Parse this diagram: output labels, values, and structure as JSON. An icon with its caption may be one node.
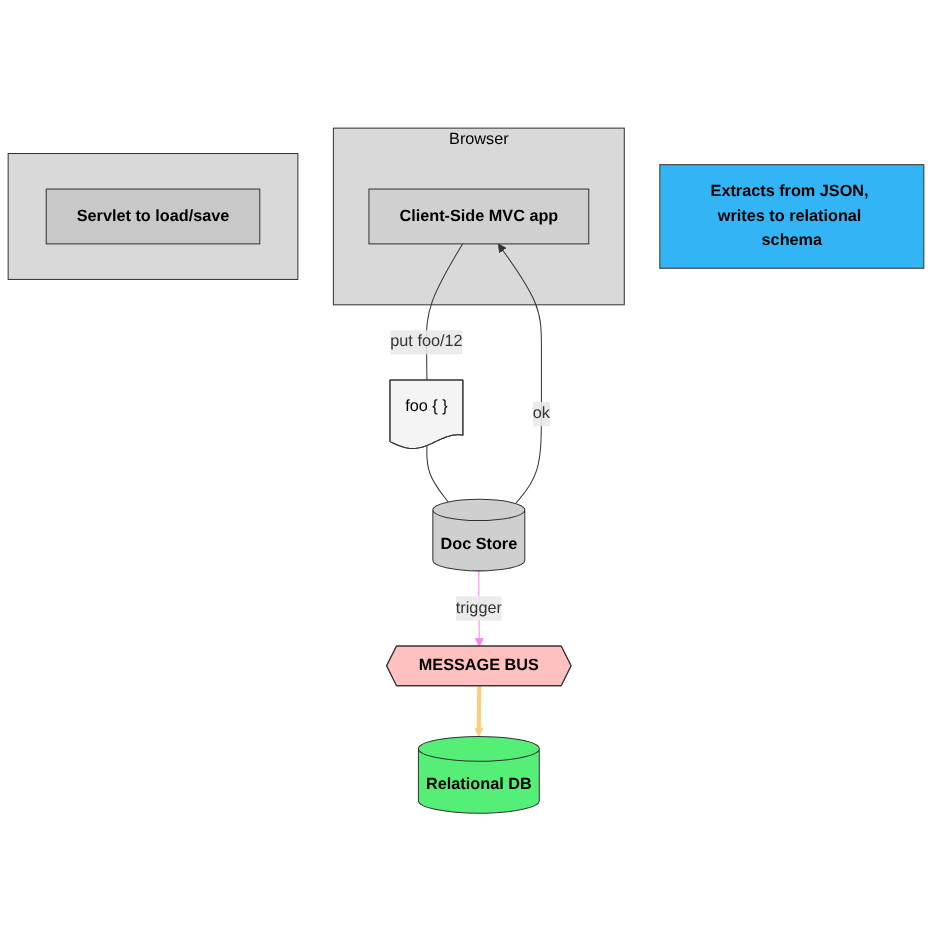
{
  "diagram": {
    "nodes": [
      {
        "text": [
          "Browser"
        ]
      },
      {
        "text": [
          "Client-Side MVC app"
        ],
        "in": 0
      },
      {
        "text": [
          "foo { }"
        ]
      },
      {
        "text": [],
        "shape": "box"
      },
      {
        "text": [
          "Servlet to load/save"
        ],
        "in": 3
      },
      {
        "text": [
          "Doc Store"
        ]
      },
      {
        "text": [
          "Extracts from JSON, writes to relational schema"
        ]
      },
      {
        "text": [
          "Relational DB"
        ]
      },
      {
        "text": [
          "MESSAGE BUS"
        ]
      }
    ],
    "edges": [
      {
        "from": 1,
        "to": 2,
        "arrow": "none",
        "label": "put foo/12"
      },
      {
        "from": 2,
        "to": 5,
        "arrow": "none"
      },
      {
        "from": 5,
        "to": 1,
        "arrow": "to",
        "label": "ok"
      },
      {
        "from": 5,
        "to": 8,
        "arrow": "to",
        "label": "trigger",
        "color": "#ff80ff"
      },
      {
        "from": 8,
        "to": 7,
        "arrow": "to",
        "style": "thick",
        "color": "#ffcc77"
      }
    ]
  }
}
